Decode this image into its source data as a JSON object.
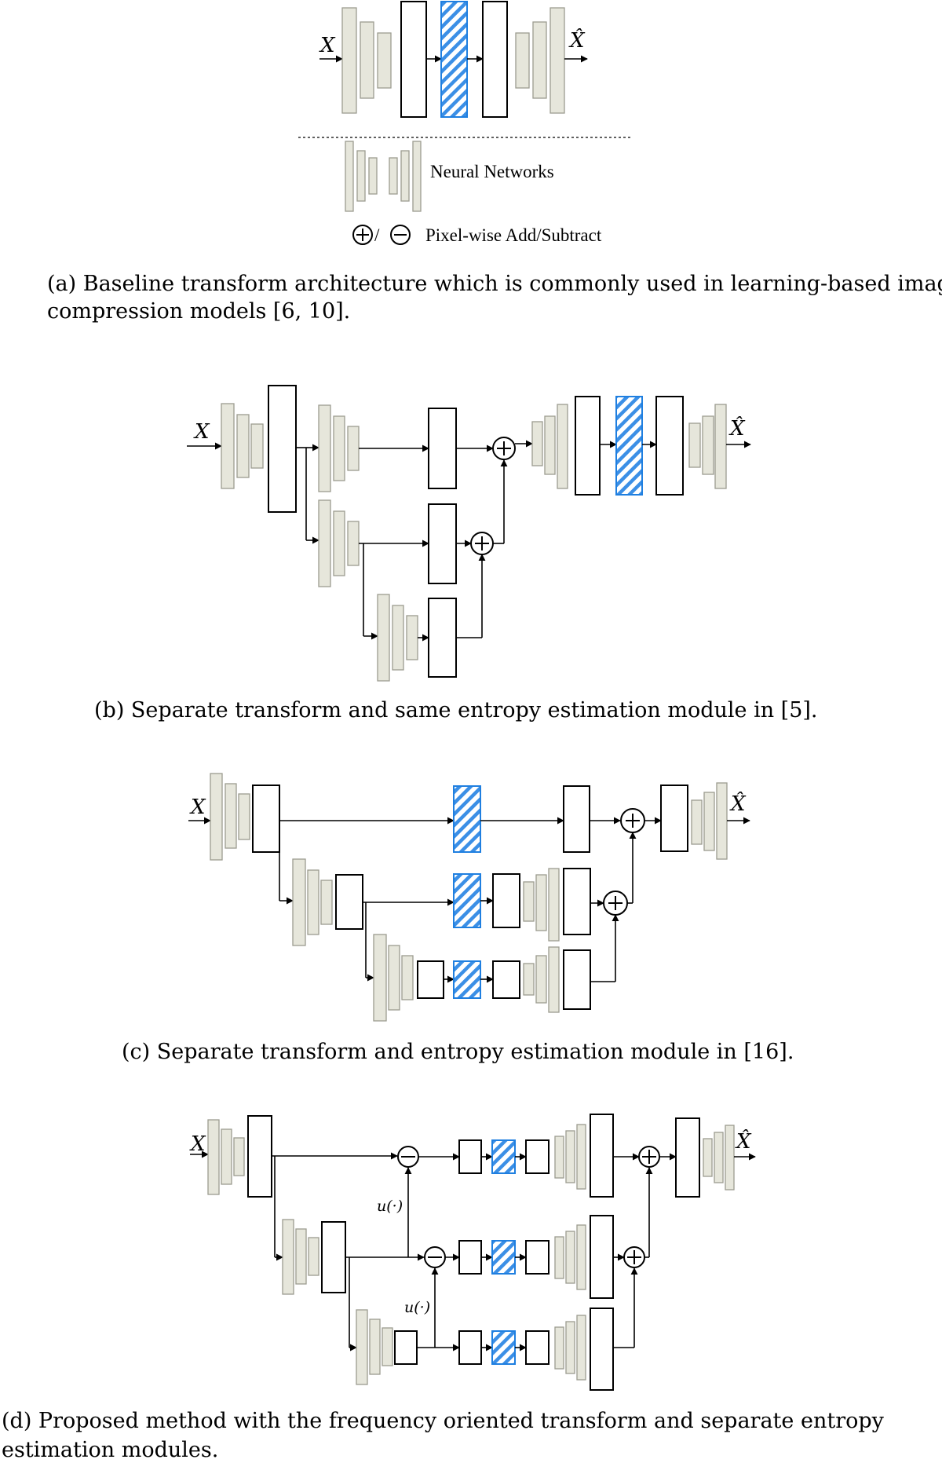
{
  "legend": {
    "neural_networks": "Neural Networks",
    "slash": "/",
    "pixel_wise": "Pixel-wise Add/Subtract"
  },
  "symbols": {
    "input": "X",
    "output": "X̂",
    "upsample": "u(·)"
  },
  "captions": {
    "a_line1": "(a) Baseline transform architecture which is commonly used in learning-based image",
    "a_line2": "compression models [6, 10].",
    "b": "(b) Separate transform and same entropy estimation module in [5].",
    "c": "(c) Separate transform and entropy estimation module in [16].",
    "d_line1": "(d) Proposed method with the frequency oriented transform and separate entropy",
    "d_line2": "estimation modules."
  },
  "colors": {
    "neural_network_fill": "#e6e6db",
    "neural_network_stroke": "#9c9c90",
    "quantizer_hatch": "#1f7fe0"
  }
}
